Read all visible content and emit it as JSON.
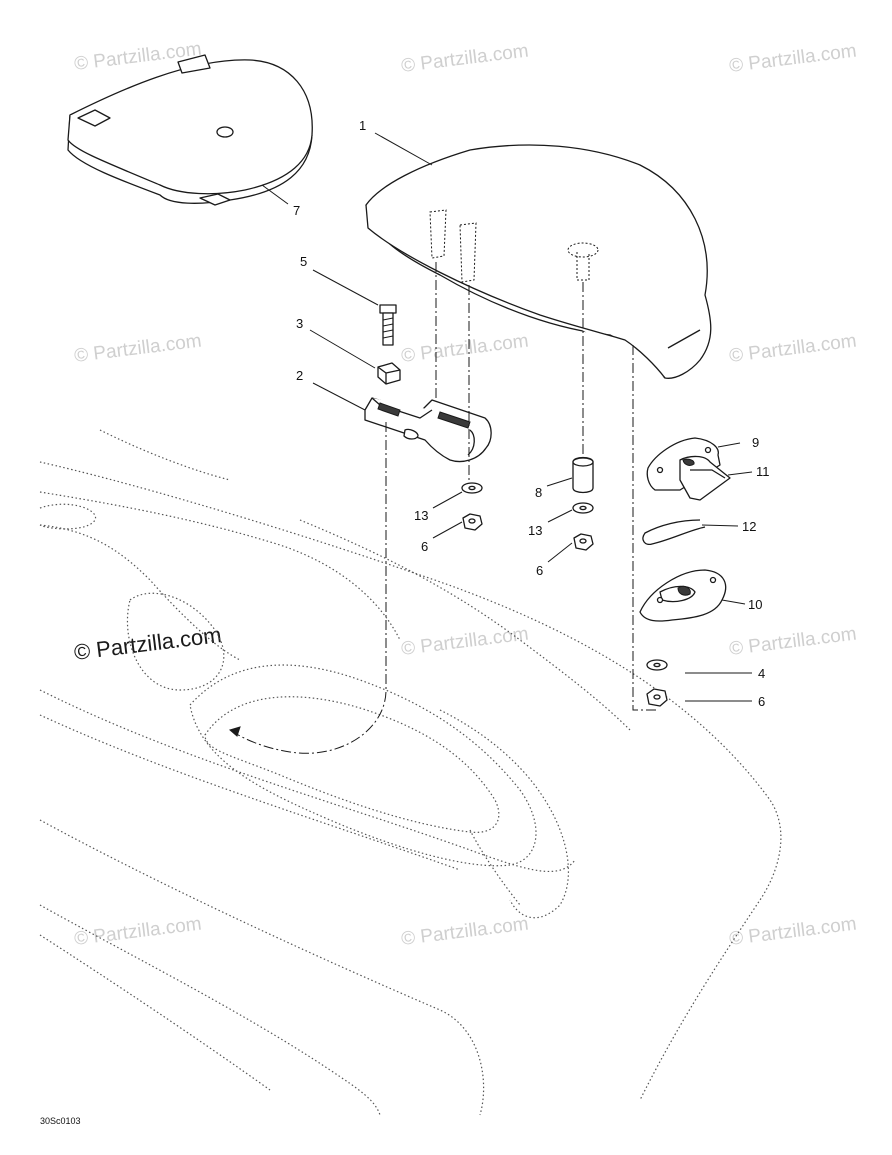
{
  "watermark": "© Partzilla.com",
  "watermark_prominent": "© Partzilla.com",
  "diagram_code": "30Sc0103",
  "callouts": {
    "c1": "1",
    "c2": "2",
    "c3": "3",
    "c4": "4",
    "c5": "5",
    "c6a": "6",
    "c6b": "6",
    "c6c": "6",
    "c7": "7",
    "c8": "8",
    "c9": "9",
    "c10": "10",
    "c11": "11",
    "c12": "12",
    "c13a": "13",
    "c13b": "13"
  }
}
